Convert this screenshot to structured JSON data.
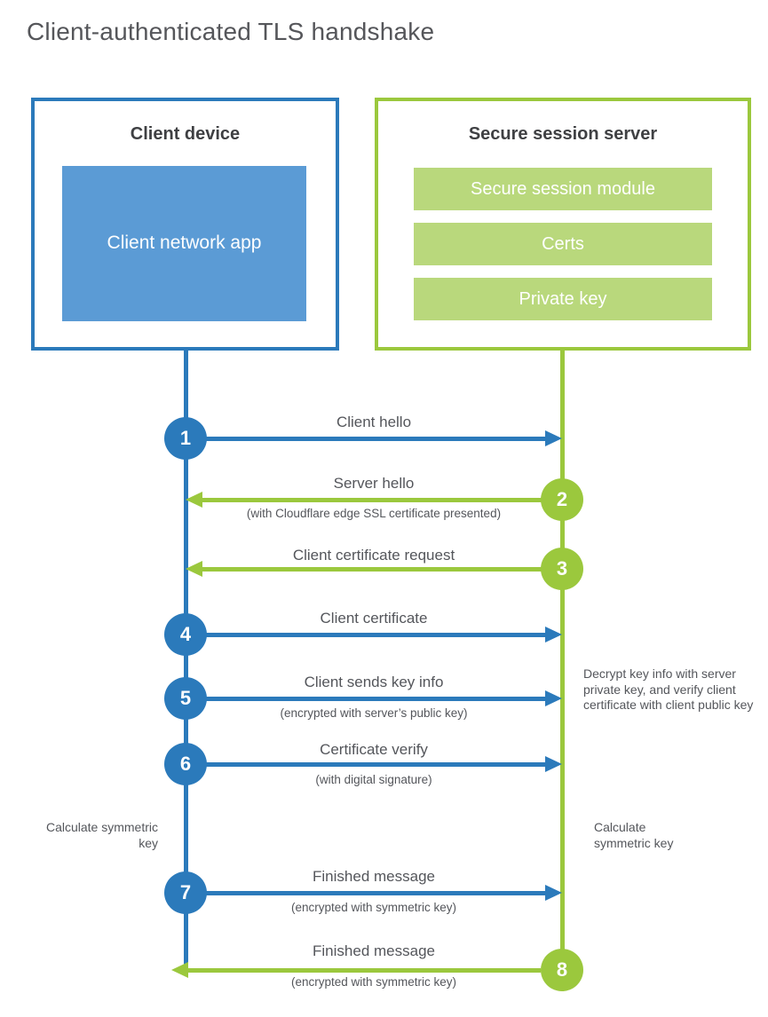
{
  "title": "Client-authenticated TLS handshake",
  "colors": {
    "blue": "#2b7abb",
    "blue_fill": "#5b9bd5",
    "green": "#9bc83d",
    "green_light": "#b9d87c",
    "text": "#54565b",
    "heading": "#3f4043"
  },
  "client_box": {
    "title": "Client device",
    "inner_label": "Client network app"
  },
  "server_box": {
    "title": "Secure session server",
    "modules": [
      "Secure session module",
      "Certs",
      "Private key"
    ]
  },
  "steps": [
    {
      "num": "1",
      "label": "Client hello",
      "direction": "right",
      "from": "client",
      "to": "server"
    },
    {
      "num": "2",
      "label": "Server hello",
      "sub": "(with Cloudflare edge SSL certificate presented)",
      "direction": "left",
      "from": "server",
      "to": "client"
    },
    {
      "num": "3",
      "label": "Client certificate request",
      "direction": "left",
      "from": "server",
      "to": "client"
    },
    {
      "num": "4",
      "label": "Client certificate",
      "direction": "right",
      "from": "client",
      "to": "server"
    },
    {
      "num": "5",
      "label": "Client sends key info",
      "sub": "(encrypted with server’s public key)",
      "direction": "right",
      "from": "client",
      "to": "server"
    },
    {
      "num": "6",
      "label": "Certificate verify",
      "sub": "(with digital signature)",
      "direction": "right",
      "from": "client",
      "to": "server"
    },
    {
      "num": "7",
      "label": "Finished message",
      "sub": "(encrypted with symmetric key)",
      "direction": "right",
      "from": "client",
      "to": "server"
    },
    {
      "num": "8",
      "label": "Finished message",
      "sub": "(encrypted with symmetric key)",
      "direction": "left",
      "from": "server",
      "to": "client"
    }
  ],
  "annotations": {
    "server_note": "Decrypt key info with server private key, and verify client certificate with client public key",
    "calc_left": "Calculate symmetric key",
    "calc_right": "Calculate symmetric key"
  }
}
